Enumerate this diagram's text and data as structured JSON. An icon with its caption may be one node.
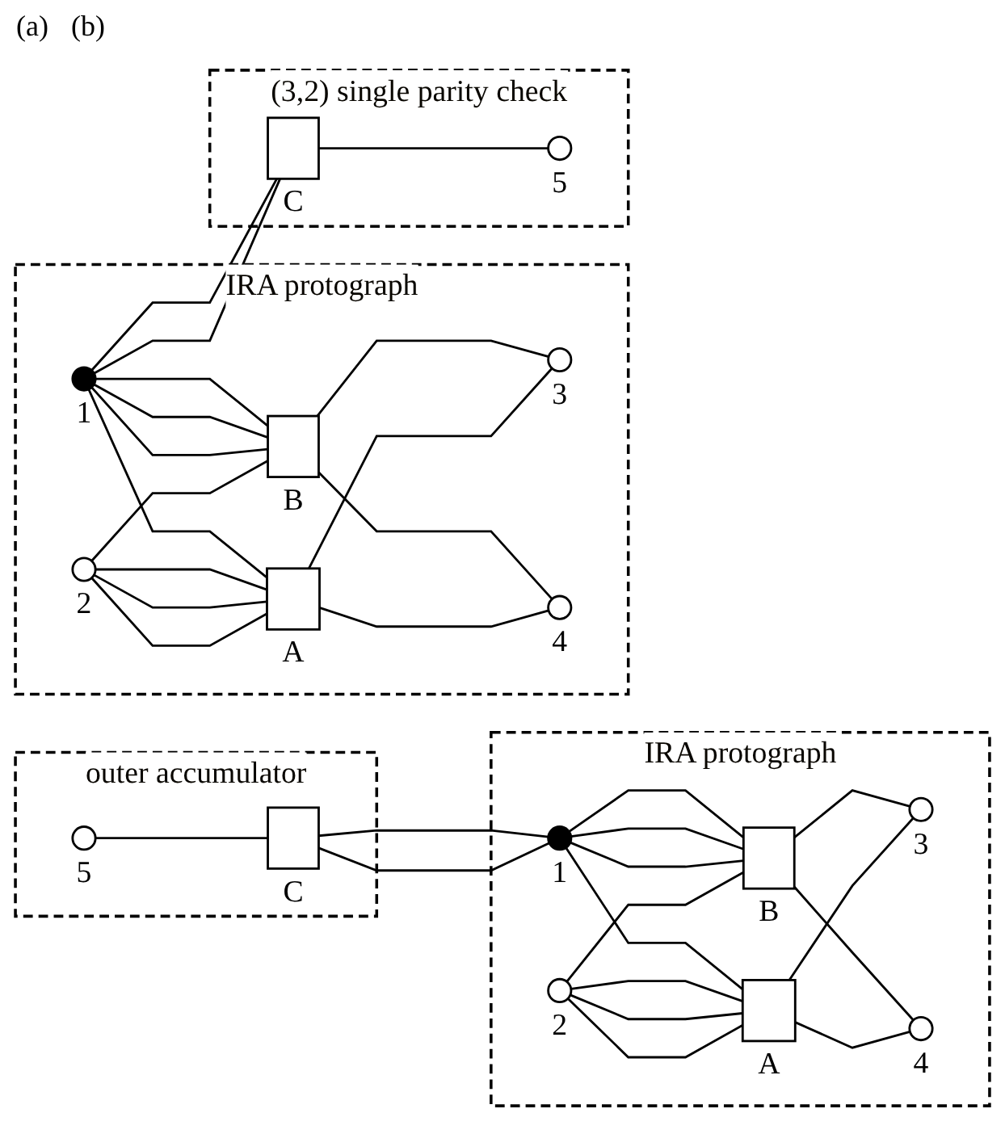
{
  "diagram": {
    "nodes": [
      {
        "text": [
          "IRA protograph"
        ]
      },
      {
        "text": [],
        "shape": "circle",
        "beside": [
          "2"
        ],
        "in": 0
      },
      {
        "text": [],
        "shape": "box",
        "beside": [
          "A"
        ],
        "in": 0
      },
      {
        "text": [],
        "shape": "circle",
        "beside": [
          "3"
        ],
        "in": 0
      },
      {
        "text": [],
        "shape": "circle",
        "beside": [
          "1"
        ],
        "in": 0
      },
      {
        "text": [],
        "shape": "box",
        "beside": [
          "B"
        ],
        "in": 0
      },
      {
        "text": [],
        "shape": "circle",
        "beside": [
          "4"
        ],
        "in": 0
      },
      {
        "text": [
          "outer accumulator"
        ]
      },
      {
        "text": [],
        "shape": "circle",
        "beside": [
          "5"
        ],
        "in": 7
      },
      {
        "text": [],
        "shape": "box",
        "beside": [
          "C"
        ],
        "in": 7
      },
      {
        "text": [
          "IRA protograph"
        ]
      },
      {
        "text": [],
        "shape": "circle",
        "beside": [
          "2"
        ],
        "in": 10
      },
      {
        "text": [],
        "shape": "box",
        "beside": [
          "A"
        ],
        "in": 10
      },
      {
        "text": [],
        "shape": "circle",
        "beside": [
          "3"
        ],
        "in": 10
      },
      {
        "text": [],
        "shape": "circle",
        "beside": [
          "1"
        ],
        "in": 10
      },
      {
        "text": [],
        "shape": "box",
        "beside": [
          "B"
        ],
        "in": 10
      },
      {
        "text": [],
        "shape": "circle",
        "beside": [
          "4"
        ],
        "in": 10
      },
      {
        "text": [
          "(3,2) single parity check"
        ]
      },
      {
        "text": [],
        "shape": "box",
        "beside": [
          "C"
        ],
        "in": 17
      },
      {
        "text": [],
        "shape": "circle",
        "beside": [
          "5"
        ],
        "in": 17
      }
    ],
    "edges": [
      {
        "from": 1,
        "to": 2,
        "arrow": "none"
      },
      {
        "from": 1,
        "to": 2,
        "arrow": "none"
      },
      {
        "from": 1,
        "to": 2,
        "arrow": "none"
      },
      {
        "from": 1,
        "to": 5,
        "arrow": "none"
      },
      {
        "from": 4,
        "to": 2,
        "arrow": "none"
      },
      {
        "from": 4,
        "to": 5,
        "arrow": "none"
      },
      {
        "from": 4,
        "to": 5,
        "arrow": "none"
      },
      {
        "from": 4,
        "to": 5,
        "arrow": "none"
      },
      {
        "from": 2,
        "to": 3,
        "arrow": "none"
      },
      {
        "from": 2,
        "to": 6,
        "arrow": "none"
      },
      {
        "from": 5,
        "to": 3,
        "arrow": "none"
      },
      {
        "from": 5,
        "to": 6,
        "arrow": "none"
      },
      {
        "from": 8,
        "to": 9,
        "arrow": "none"
      },
      {
        "from": 9,
        "to": 4,
        "arrow": "none"
      },
      {
        "from": 9,
        "to": 4,
        "arrow": "none"
      },
      {
        "from": 11,
        "to": 12,
        "arrow": "none"
      },
      {
        "from": 11,
        "to": 12,
        "arrow": "none"
      },
      {
        "from": 11,
        "to": 12,
        "arrow": "none"
      },
      {
        "from": 11,
        "to": 15,
        "arrow": "none"
      },
      {
        "from": 14,
        "to": 12,
        "arrow": "none"
      },
      {
        "from": 14,
        "to": 15,
        "arrow": "none"
      },
      {
        "from": 14,
        "to": 15,
        "arrow": "none"
      },
      {
        "from": 14,
        "to": 15,
        "arrow": "none"
      },
      {
        "from": 12,
        "to": 13,
        "arrow": "none"
      },
      {
        "from": 12,
        "to": 16,
        "arrow": "none"
      },
      {
        "from": 15,
        "to": 13,
        "arrow": "none"
      },
      {
        "from": 15,
        "to": 16,
        "arrow": "none"
      },
      {
        "from": 14,
        "to": 18,
        "arrow": "none"
      },
      {
        "from": 14,
        "to": 18,
        "arrow": "none"
      },
      {
        "from": 18,
        "to": 19,
        "arrow": "none"
      }
    ],
    "labels": [
      "(a)",
      "(b)"
    ]
  }
}
